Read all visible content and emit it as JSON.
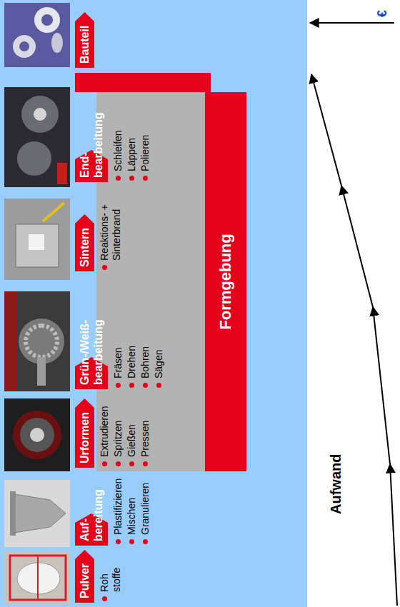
{
  "diagram": {
    "nodes": [
      {
        "text": [
          "Pulver"
        ]
      },
      {
        "text": [
          "Auf- bereitung"
        ]
      },
      {
        "text": [
          "Urformen"
        ]
      },
      {
        "text": [
          "Grün-/Weiß- bearbeitung"
        ]
      },
      {
        "text": [
          "Sintern"
        ]
      },
      {
        "text": [
          "End- bearbeitung"
        ]
      },
      {
        "text": [
          "Bauteil"
        ]
      },
      {
        "text": [
          "Formgebung"
        ]
      }
    ],
    "labels": [
      "Roh stoffe",
      "Plastifizieren",
      "Mischen",
      "Granulieren",
      "Extrudieren",
      "Spritzen",
      "Gießen",
      "Pressen",
      "Fräsen",
      "Drehen",
      "Bohren",
      "Sägen",
      "Reaktions- + Sinterbrand",
      "Schleifen",
      "Läppen",
      "Polieren",
      "Aufwand",
      "€"
    ]
  }
}
